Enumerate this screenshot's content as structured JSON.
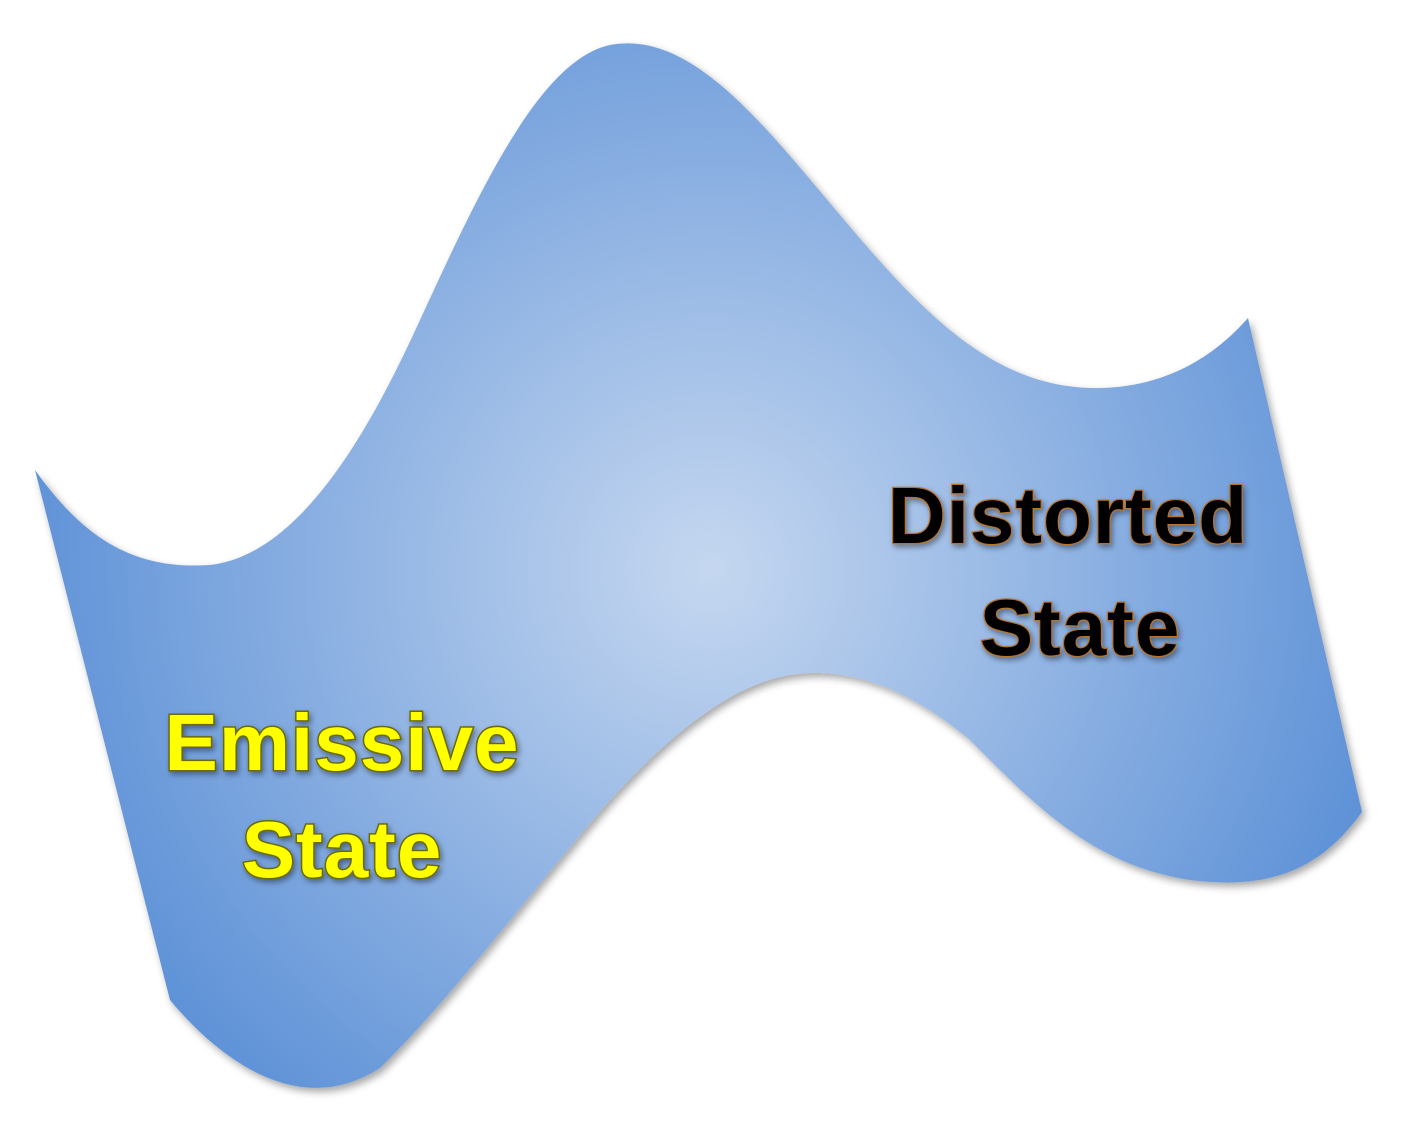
{
  "diagram": {
    "shape": "wavy-ribbon",
    "gradient": {
      "center_color": "#c5d7f0",
      "edge_color": "#5a8fd6"
    },
    "labels": {
      "emissive": {
        "line1": "Emissive",
        "line2": "State",
        "fill_color": "#ffff00",
        "outline_color": "#6b6b00"
      },
      "distorted": {
        "line1": "Distorted",
        "line2": "State",
        "fill_color": "#000000",
        "outline_color": "#b8732c"
      }
    }
  }
}
